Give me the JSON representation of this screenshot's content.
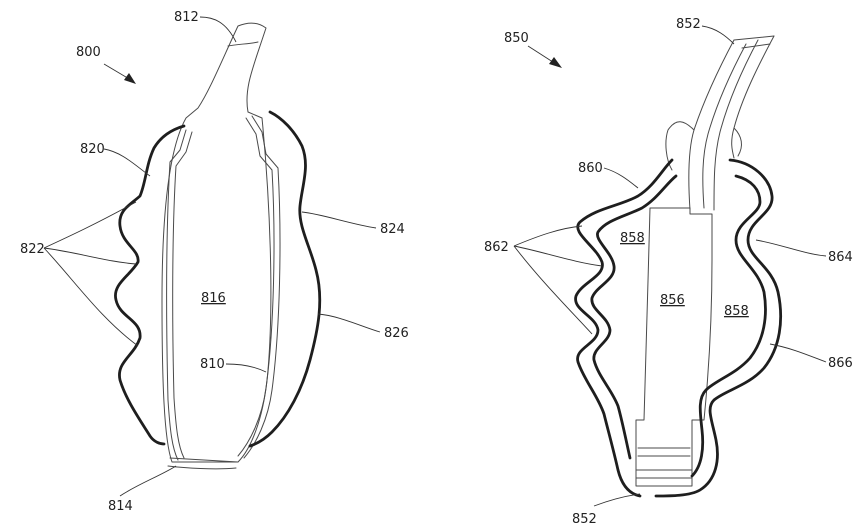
{
  "figure_left": {
    "ref_assembly": "800",
    "labels": {
      "top_neck": "812",
      "outer_wall": "820",
      "bumps": "822",
      "right_side": "824",
      "right_outline": "826",
      "center": "816",
      "inner_line": "810",
      "bottom": "814"
    }
  },
  "figure_right": {
    "ref_assembly": "850",
    "labels": {
      "top_tube": "852",
      "left_wall": "860",
      "bumps": "862",
      "left_chamber": "858",
      "center": "856",
      "right_chamber": "858",
      "right_wall": "864",
      "right_outline": "866",
      "bottom": "852"
    }
  },
  "colors": {
    "ink": "#1e1e1e",
    "background": "#ffffff"
  }
}
